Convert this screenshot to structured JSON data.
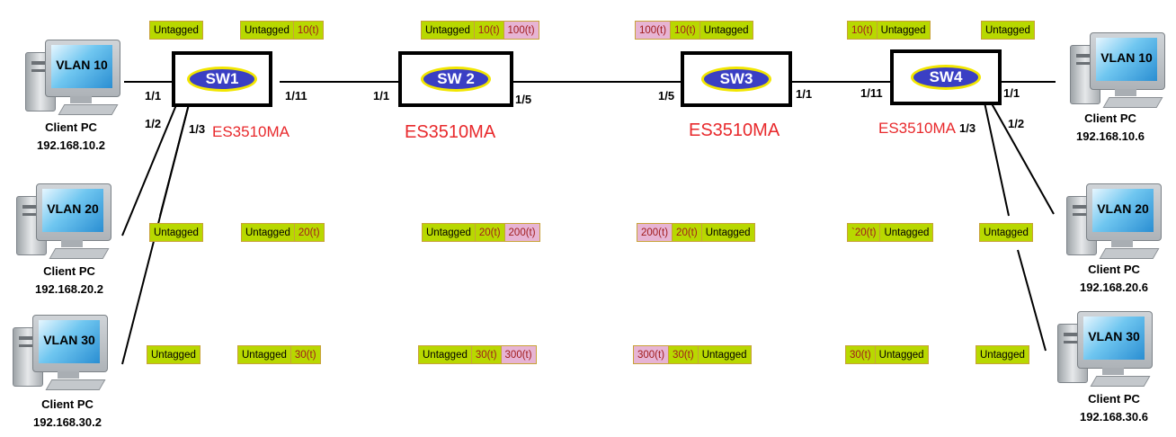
{
  "switches": [
    {
      "name": "SW1",
      "model": "ES3510MA"
    },
    {
      "name": "SW 2",
      "model": "ES3510MA"
    },
    {
      "name": "SW3",
      "model": "ES3510MA"
    },
    {
      "name": "SW4",
      "model": "ES3510MA"
    }
  ],
  "ports": {
    "sw1_left_top": "1/1",
    "sw1_left_mid": "1/2",
    "sw1_bottom": "1/3",
    "sw1_right": "1/11",
    "sw2_left": "1/1",
    "sw2_right": "1/5",
    "sw3_left": "1/5",
    "sw3_right": "1/1",
    "sw4_left": "1/11",
    "sw4_right_top": "1/1",
    "sw4_right_mid": "1/2",
    "sw4_bottom": "1/3"
  },
  "clients": [
    {
      "vlan": "VLAN 10",
      "label": "Client PC",
      "ip": "192.168.10.2"
    },
    {
      "vlan": "VLAN 20",
      "label": "Client PC",
      "ip": "192.168.20.2"
    },
    {
      "vlan": "VLAN 30",
      "label": "Client PC",
      "ip": "192.168.30.2"
    },
    {
      "vlan": "VLAN 10",
      "label": "Client PC",
      "ip": "192.168.10.6"
    },
    {
      "vlan": "VLAN 20",
      "label": "Client PC",
      "ip": "192.168.20.6"
    },
    {
      "vlan": "VLAN 30",
      "label": "Client PC",
      "ip": "192.168.30.6"
    }
  ],
  "tags": {
    "r1": [
      [
        "Untagged"
      ],
      [
        "Untagged",
        "10(t)"
      ],
      [
        "Untagged",
        "10(t)",
        "100(t)"
      ],
      [
        "100(t)",
        "10(t)",
        "Untagged"
      ],
      [
        "10(t)",
        "Untagged"
      ],
      [
        "Untagged"
      ]
    ],
    "r2": [
      [
        "Untagged"
      ],
      [
        "Untagged",
        "20(t)"
      ],
      [
        "Untagged",
        "20(t)",
        "200(t)"
      ],
      [
        "200(t)",
        "20(t)",
        "Untagged"
      ],
      [
        "`20(t)",
        "Untagged"
      ],
      [
        "Untagged"
      ]
    ],
    "r3": [
      [
        "Untagged"
      ],
      [
        "Untagged",
        "30(t)"
      ],
      [
        "Untagged",
        "30(t)",
        "300(t)"
      ],
      [
        "300(t)",
        "30(t)",
        "Untagged"
      ],
      [
        "30(t)",
        "Untagged"
      ],
      [
        "Untagged"
      ]
    ]
  },
  "colors": {
    "untagged": "#b8d800",
    "tagged_text": "#a01c1c",
    "service_tag": "#e7b4d4",
    "model": "#e8292c",
    "switch_oval": "#3a3fc4",
    "oval_border": "#f2e600"
  }
}
